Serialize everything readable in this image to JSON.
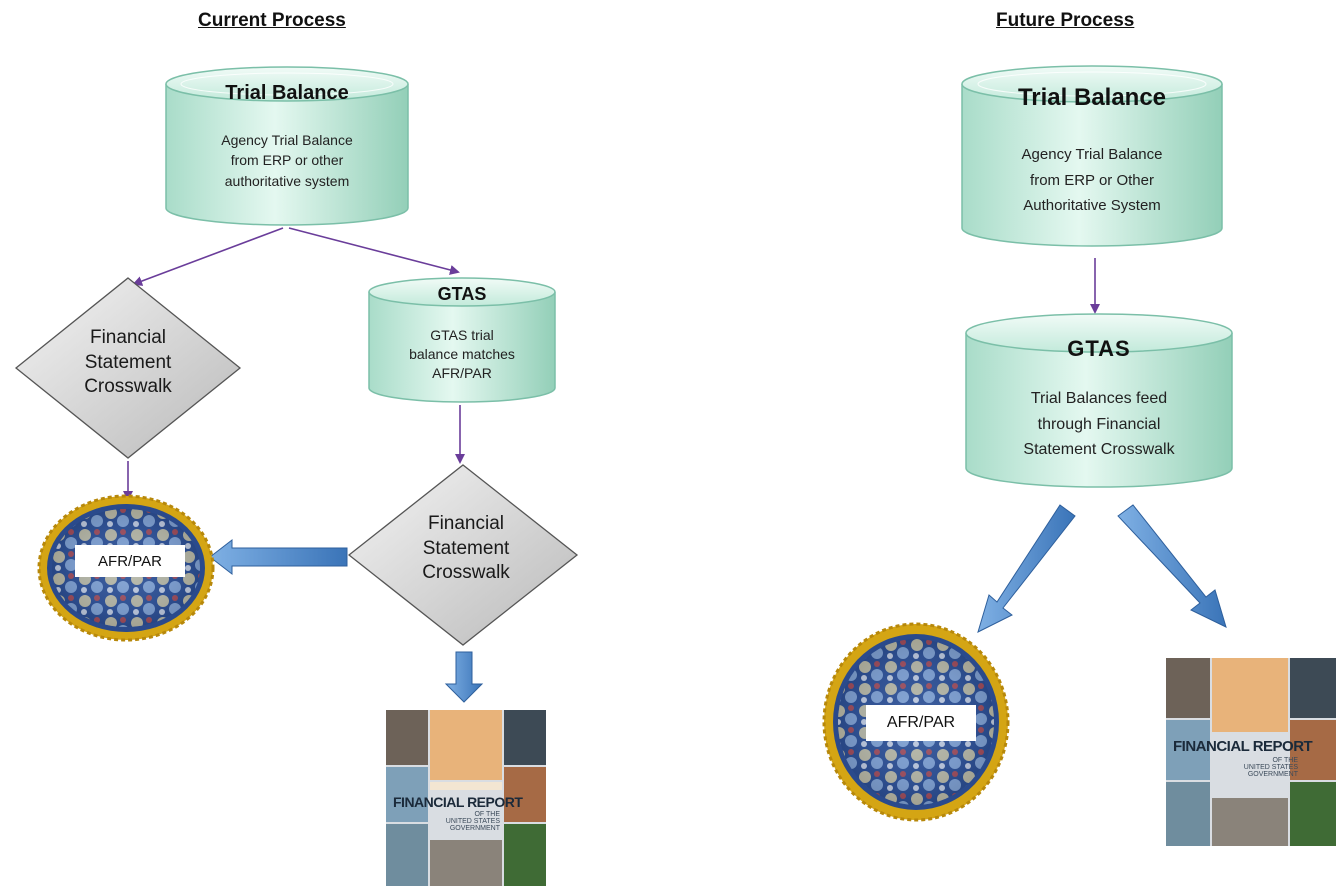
{
  "current": {
    "heading": "Current Process",
    "trial_balance": {
      "title": "Trial Balance",
      "lines": [
        "Agency Trial Balance",
        "from ERP or other",
        "authoritative system"
      ]
    },
    "gtas": {
      "title": "GTAS",
      "lines": [
        "GTAS trial",
        "balance matches",
        "AFR/PAR"
      ]
    },
    "crosswalk_left": {
      "lines": [
        "Financial",
        "Statement",
        "Crosswalk"
      ]
    },
    "crosswalk_right": {
      "lines": [
        "Financial",
        "Statement",
        "Crosswalk"
      ]
    },
    "afr_par": {
      "label": "AFR/PAR"
    },
    "report": {
      "title": "FINANCIAL REPORT",
      "sub": [
        "OF THE",
        "UNITED STATES",
        "GOVERNMENT"
      ]
    }
  },
  "future": {
    "heading": "Future Process",
    "trial_balance": {
      "title": "Trial Balance",
      "lines": [
        "Agency Trial Balance",
        "from ERP or Other",
        "Authoritative System"
      ]
    },
    "gtas": {
      "title": "GTAS",
      "lines": [
        "Trial Balances feed",
        "through Financial",
        "Statement Crosswalk"
      ]
    },
    "afr_par": {
      "label": "AFR/PAR"
    },
    "report": {
      "title": "FINANCIAL REPORT",
      "sub": [
        "OF THE",
        "UNITED STATES",
        "GOVERNMENT"
      ]
    }
  },
  "colors": {
    "cylinder_fill": "#c9efe2",
    "cylinder_edge": "#7bbfa8",
    "diamond_fill": "#d4d4d4",
    "connector": "#6a3d9a",
    "block_arrow": "#4f88c9",
    "seal_gold": "#d4a514",
    "seal_blue": "#2a4a8c"
  }
}
